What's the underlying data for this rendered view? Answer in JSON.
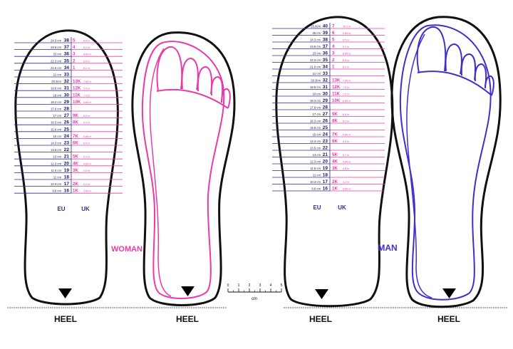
{
  "heel_label": "HEEL",
  "woman_label": "WOMAN",
  "man_label": "MAN",
  "col_eu": "EU",
  "col_uk": "UK",
  "ruler": {
    "ticks": [
      "0",
      "1",
      "2",
      "3",
      "4",
      "5"
    ],
    "unit": "cm"
  },
  "colors": {
    "woman": "#e93aa9",
    "man": "#3f2fc9",
    "outline": "#111111",
    "rule": "#2f2f86",
    "size_text": "#1a1a5a"
  },
  "woman_chart": {
    "rows": [
      {
        "cm": "24.3 cm",
        "eu": "38",
        "uk": "5",
        "in": "8.5 in"
      },
      {
        "cm": "23.6 cm",
        "eu": "37",
        "uk": "4",
        "in": "8.2 in"
      },
      {
        "cm": "23 cm",
        "eu": "36",
        "uk": "3",
        "in": "8.85 in"
      },
      {
        "cm": "22.3 cm",
        "eu": "35",
        "uk": "2",
        "in": "8.5 in"
      },
      {
        "cm": "21.6 cm",
        "eu": "34",
        "uk": "1",
        "in": "8.2 in"
      },
      {
        "cm": "21 cm",
        "eu": "33",
        "uk": "",
        "in": ""
      },
      {
        "cm": "20.3cm",
        "eu": "32",
        "uk": "13K",
        "in": "7.85 in"
      },
      {
        "cm": "19.6 cm",
        "eu": "31",
        "uk": "12K",
        "in": "7.5 in"
      },
      {
        "cm": "19 cm",
        "eu": "30",
        "uk": "11K",
        "in": "7.2 in"
      },
      {
        "cm": "18.3 cm",
        "eu": "29",
        "uk": "10K",
        "in": "6.85 in"
      },
      {
        "cm": "17.6 cm",
        "eu": "28",
        "uk": "",
        "in": ""
      },
      {
        "cm": "17 cm",
        "eu": "27",
        "uk": "9K",
        "in": "6.5 in"
      },
      {
        "cm": "16.3 cm",
        "eu": "26",
        "uk": "8K",
        "in": "6.2 in"
      },
      {
        "cm": "15.6 cm",
        "eu": "25",
        "uk": "",
        "in": ""
      },
      {
        "cm": "15 cm",
        "eu": "24",
        "uk": "7K",
        "in": "5.85 in"
      },
      {
        "cm": "14.3 cm",
        "eu": "23",
        "uk": "6K",
        "in": "5.5 in"
      },
      {
        "cm": "13.6 cm",
        "eu": "22",
        "uk": "",
        "in": ""
      },
      {
        "cm": "13 cm",
        "eu": "21",
        "uk": "5K",
        "in": "5.2 in"
      },
      {
        "cm": "12.3 cm",
        "eu": "20",
        "uk": "4K",
        "in": "4.85 in"
      },
      {
        "cm": "11.6 cm",
        "eu": "19",
        "uk": "3K",
        "in": "4.5 in"
      },
      {
        "cm": "11 cm",
        "eu": "18",
        "uk": "",
        "in": ""
      },
      {
        "cm": "10.3 cm",
        "eu": "17",
        "uk": "2K",
        "in": "4.2 in"
      },
      {
        "cm": "9.6 cm",
        "eu": "16",
        "uk": "1K",
        "in": "3.85 in"
      }
    ]
  },
  "man_chart": {
    "rows": [
      {
        "cm": "25.6cm",
        "eu": "40",
        "uk": "7",
        "in": "10.2 in"
      },
      {
        "cm": "25 cm",
        "eu": "39",
        "uk": "6",
        "in": "9.85 in"
      },
      {
        "cm": "24.3 cm",
        "eu": "38",
        "uk": "5",
        "in": "9.5 in"
      },
      {
        "cm": "23.6 cm",
        "eu": "37",
        "uk": "4",
        "in": "9.2 in"
      },
      {
        "cm": "23 cm",
        "eu": "36",
        "uk": "3",
        "in": "8.85 in"
      },
      {
        "cm": "22.3 cm",
        "eu": "35",
        "uk": "2",
        "in": "8.5 in"
      },
      {
        "cm": "21.6 cm",
        "eu": "34",
        "uk": "1",
        "in": "8.2 in"
      },
      {
        "cm": "21 cm",
        "eu": "33",
        "uk": "",
        "in": ""
      },
      {
        "cm": "20.3cm",
        "eu": "32",
        "uk": "13K",
        "in": "7.85 in"
      },
      {
        "cm": "19.6 cm",
        "eu": "31",
        "uk": "12K",
        "in": "7.5 in"
      },
      {
        "cm": "19 cm",
        "eu": "30",
        "uk": "11K",
        "in": "7.2 in"
      },
      {
        "cm": "18.3 cm",
        "eu": "29",
        "uk": "10K",
        "in": "6.85 in"
      },
      {
        "cm": "17.6 cm",
        "eu": "28",
        "uk": "",
        "in": ""
      },
      {
        "cm": "17 cm",
        "eu": "27",
        "uk": "9K",
        "in": "6.5 in"
      },
      {
        "cm": "16.3 cm",
        "eu": "26",
        "uk": "8K",
        "in": "6.2 in"
      },
      {
        "cm": "15.6 cm",
        "eu": "25",
        "uk": "",
        "in": ""
      },
      {
        "cm": "15 cm",
        "eu": "24",
        "uk": "7K",
        "in": "5.85 in"
      },
      {
        "cm": "14.3 cm",
        "eu": "23",
        "uk": "6K",
        "in": "5.5 in"
      },
      {
        "cm": "13.6 cm",
        "eu": "22",
        "uk": "",
        "in": ""
      },
      {
        "cm": "13 cm",
        "eu": "21",
        "uk": "5K",
        "in": "5.2 in"
      },
      {
        "cm": "12.3 cm",
        "eu": "20",
        "uk": "4K",
        "in": "4.85 in"
      },
      {
        "cm": "11.6 cm",
        "eu": "19",
        "uk": "3K",
        "in": "4.5 in"
      },
      {
        "cm": "11 cm",
        "eu": "18",
        "uk": "",
        "in": ""
      },
      {
        "cm": "10.3 cm",
        "eu": "17",
        "uk": "2K",
        "in": "4.2 in"
      },
      {
        "cm": "9.6 cm",
        "eu": "16",
        "uk": "1K",
        "in": "3.85 in"
      }
    ]
  }
}
